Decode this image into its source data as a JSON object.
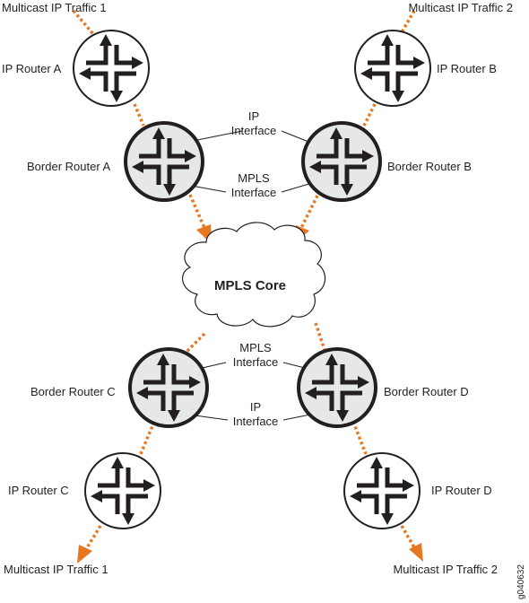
{
  "traffic": {
    "top_left": "Multicast IP Traffic 1",
    "top_right": "Multicast IP Traffic 2",
    "bottom_left": "Multicast IP Traffic 1",
    "bottom_right": "Multicast IP Traffic 2"
  },
  "routers": {
    "ip_a": "IP Router A",
    "ip_b": "IP Router B",
    "border_a": "Border Router A",
    "border_b": "Border Router B",
    "border_c": "Border Router C",
    "border_d": "Border Router D",
    "ip_c": "IP Router C",
    "ip_d": "IP Router D"
  },
  "interfaces": {
    "top_ip_line1": "IP",
    "top_ip_line2": "Interface",
    "top_mpls_line1": "MPLS",
    "top_mpls_line2": "Interface",
    "bottom_mpls_line1": "MPLS",
    "bottom_mpls_line2": "Interface",
    "bottom_ip_line1": "IP",
    "bottom_ip_line2": "Interface"
  },
  "cloud_label": "MPLS Core",
  "figure_code": "g040632",
  "colors": {
    "traffic": "#e87722",
    "border_router_fill": "#e6e7e8",
    "ink": "#231f20"
  }
}
